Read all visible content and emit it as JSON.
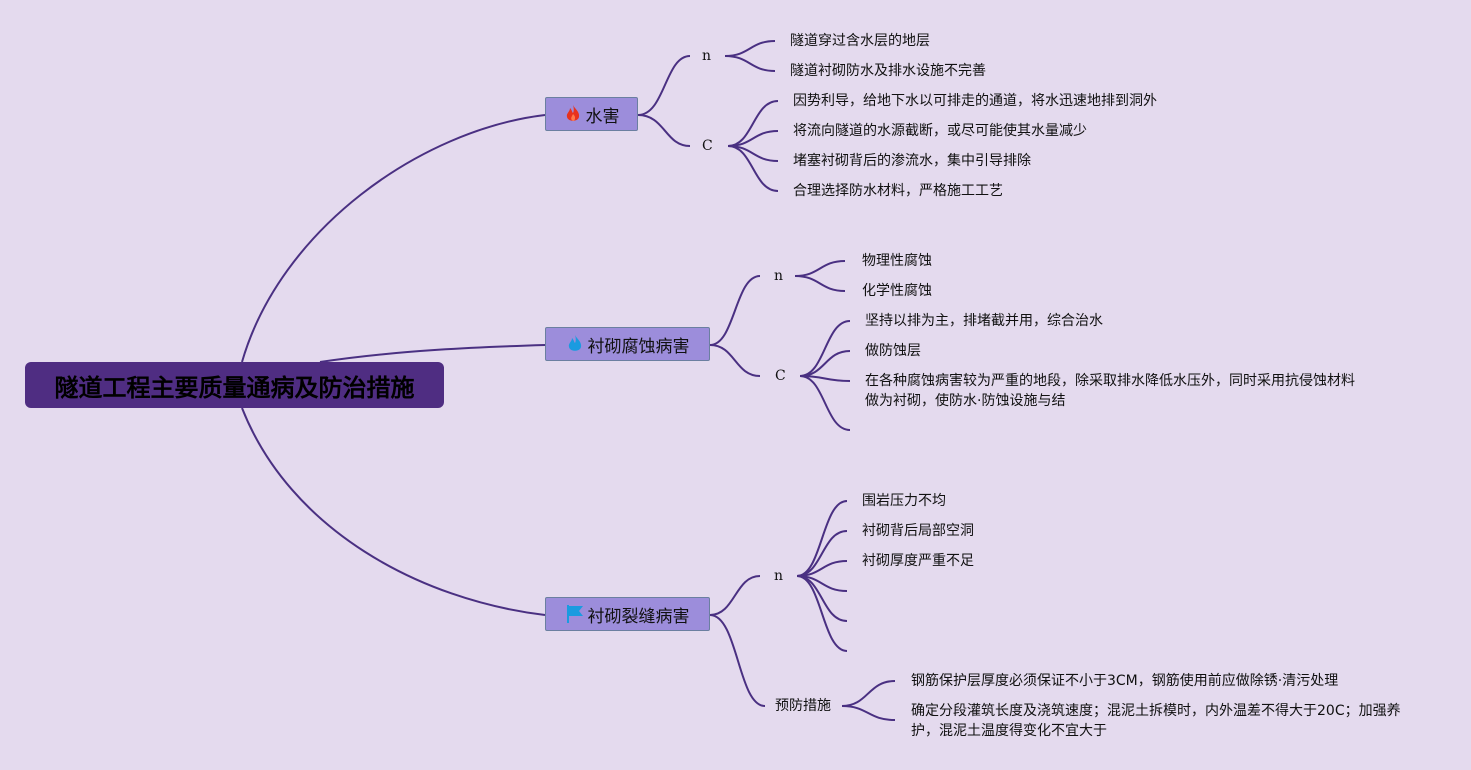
{
  "root": {
    "title": "隧道工程主要质量通病及防治措施"
  },
  "branches": [
    {
      "label": "水害",
      "icon": "fire-icon",
      "groups": [
        {
          "label": "n",
          "items": [
            "隧道穿过含水层的地层",
            "隧道衬砌防水及排水设施不完善"
          ]
        },
        {
          "label": "C",
          "items": [
            "因势利导，给地下水以可排走的通道，将水迅速地排到洞外",
            "将流向隧道的水源截断，或尽可能使其水量减少",
            "堵塞衬砌背后的渗流水，集中引导排除",
            "合理选择防水材料，严格施工工艺"
          ]
        }
      ]
    },
    {
      "label": "衬砌腐蚀病害",
      "icon": "water-drop-icon",
      "groups": [
        {
          "label": "n",
          "items": [
            "物理性腐蚀",
            "化学性腐蚀"
          ]
        },
        {
          "label": "C",
          "items": [
            "坚持以排为主，排堵截并用，综合治水",
            "做防蚀层",
            "在各种腐蚀病害较为严重的地段，除采取排水降低水压外，同时采用抗侵蚀材料",
            "做为衬砌，使防水·防蚀设施与结"
          ]
        }
      ]
    },
    {
      "label": "衬砌裂缝病害",
      "icon": "flag-icon",
      "groups": [
        {
          "label": "n",
          "items": [
            "围岩压力不均",
            "衬砌背后局部空洞",
            "衬砌厚度严重不足"
          ]
        },
        {
          "label": "预防措施",
          "items": [
            "钢筋保护层厚度必须保证不小于3CM，钢筋使用前应做除锈·清污处理",
            "确定分段灌筑长度及浇筑速度；混泥土拆模时，内外温差不得大于20C；加强养",
            "护，混泥土温度得变化不宜大于"
          ]
        }
      ]
    }
  ],
  "colors": {
    "background": "#e4daee",
    "root": "#4f2d82",
    "branch": "#9c8ddb",
    "line": "#4a3082",
    "fire": "#e8321e",
    "blue": "#1a9be0"
  }
}
